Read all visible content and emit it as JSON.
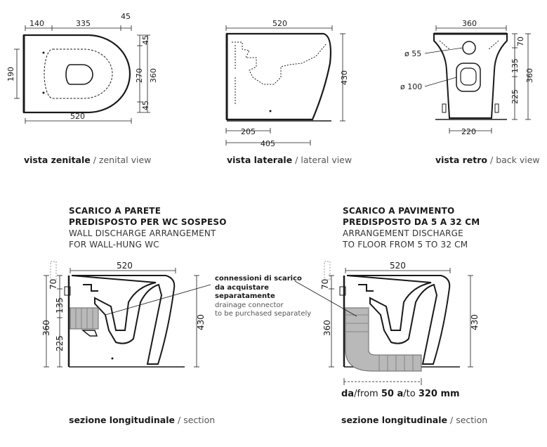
{
  "top_views": {
    "zenital": {
      "caption_bold": "vista zenitale",
      "caption_sep": " / ",
      "caption_thin": "zenital view",
      "dims": {
        "d140": "140",
        "d335": "335",
        "d45a": "45",
        "d45b": "45",
        "d45c": "45",
        "d190": "190",
        "d270": "270",
        "d360": "360",
        "d520": "520"
      }
    },
    "lateral": {
      "caption_bold": "vista laterale",
      "caption_sep": " / ",
      "caption_thin": "lateral view",
      "dims": {
        "d520": "520",
        "d430": "430",
        "d205": "205",
        "d405": "405"
      }
    },
    "back": {
      "caption_bold": "vista retro",
      "caption_sep": " / ",
      "caption_thin": "back view",
      "dims": {
        "d360top": "360",
        "d55": "ø 55",
        "d100": "ø 100",
        "d70": "70",
        "d135": "135",
        "d225": "225",
        "d360right": "360",
        "d220": "220"
      }
    }
  },
  "sections": {
    "wall": {
      "title_bold_1": "SCARICO A PARETE",
      "title_bold_2": "PREDISPOSTO PER WC SOSPESO",
      "title_thin_1": "WALL DISCHARGE ARRANGEMENT",
      "title_thin_2": "FOR WALL-HUNG WC",
      "dims": {
        "d520": "520",
        "d70": "70",
        "d135": "135",
        "d360": "360",
        "d225": "225",
        "d430": "430"
      },
      "caption_bold": "sezione longitudinale",
      "caption_sep": " / ",
      "caption_thin": "section"
    },
    "floor": {
      "title_bold_1": "SCARICO A PAVIMENTO",
      "title_bold_2": "PREDISPOSTO DA 5 A 32 CM",
      "title_thin_1": "ARRANGEMENT DISCHARGE",
      "title_thin_2": "TO FLOOR FROM 5 TO 32 CM",
      "dims": {
        "d520": "520",
        "d70": "70",
        "d360": "360",
        "d430": "430"
      },
      "range_da": "da",
      "range_from": "/from ",
      "range_50": "50",
      "range_a": " a",
      "range_to": "/to ",
      "range_320": "320 mm",
      "caption_bold": "sezione longitudinale",
      "caption_sep": " / ",
      "caption_thin": "section"
    }
  },
  "connector_note": {
    "bold_1": "connessioni di scarico",
    "bold_2": "da acquistare",
    "bold_3": "separatamente",
    "thin_1": "drainage connector",
    "thin_2": "to be purchased separately"
  },
  "colors": {
    "line": "#1a1a1a",
    "pipe": "#b9b9b9",
    "ghost": "#cfcfcf"
  }
}
